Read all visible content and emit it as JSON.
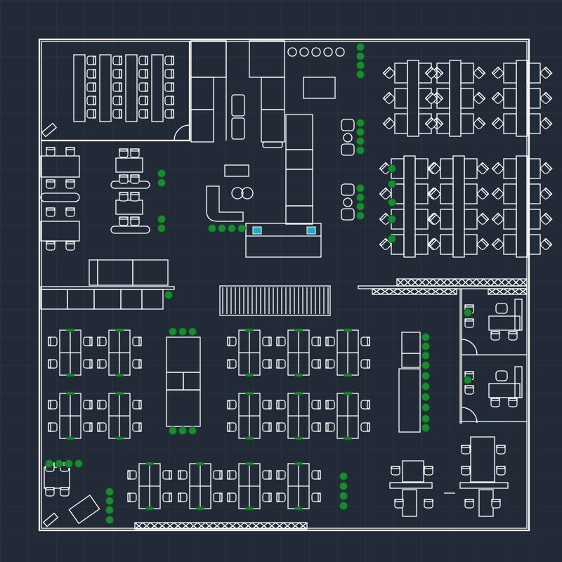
{
  "drawing": {
    "kind": "office floor plan",
    "colors": {
      "background": "#212a36",
      "grid": "#2e3846",
      "line": "#ffffff",
      "plant": "#1c8a34",
      "accent": "#21a9c4"
    },
    "layers": [
      "walls",
      "workstation-clusters",
      "meeting-rooms",
      "storage-cabinets",
      "stairs",
      "plants",
      "private-offices"
    ]
  }
}
